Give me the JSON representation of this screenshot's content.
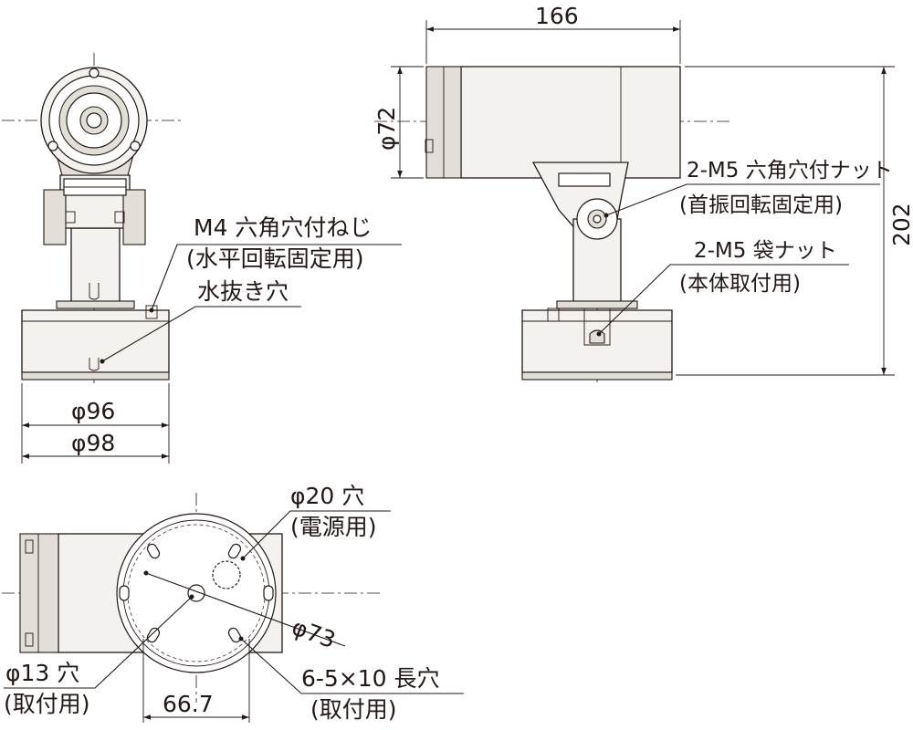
{
  "dimensions": {
    "length": "166",
    "head_diameter": "φ72",
    "height": "202",
    "base_inner_diameter": "φ96",
    "base_outer_diameter": "φ98",
    "mount_circle": "φ73",
    "hole_pitch": "66.7"
  },
  "callouts": {
    "m4_screw_line1": "M4 六角穴付ねじ",
    "m4_screw_line2": "(水平回転固定用)",
    "drain_hole": "水抜き穴",
    "m5_hex_nut_line1": "2-M5 六角穴付ナット",
    "m5_hex_nut_line2": "(首振回転固定用)",
    "m5_cap_nut_line1": "2-M5 袋ナット",
    "m5_cap_nut_line2": "(本体取付用)",
    "power_hole_line1": "φ20 穴",
    "power_hole_line2": "(電源用)",
    "mount_hole_line1": "φ13 穴",
    "mount_hole_line2": "(取付用)",
    "slot_holes_line1": "6-5×10 長穴",
    "slot_holes_line2": "(取付用)"
  }
}
